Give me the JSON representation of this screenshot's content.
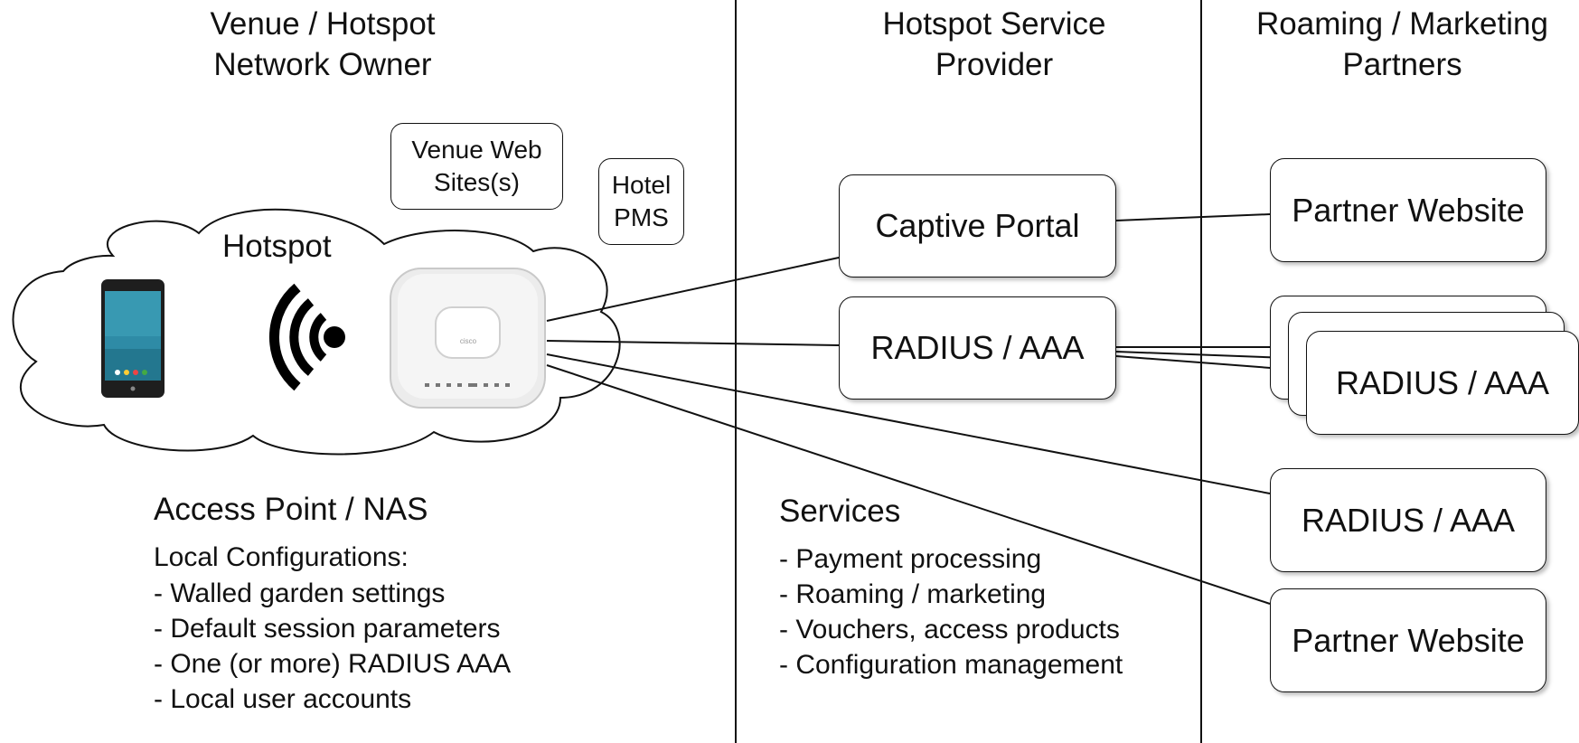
{
  "columns": {
    "venue": "Venue / Hotspot\nNetwork Owner",
    "provider": "Hotspot Service\nProvider",
    "partners": "Roaming / Marketing\nPartners"
  },
  "venue_area": {
    "venue_web_sites": "Venue Web\nSites(s)",
    "hotel_pms": "Hotel\nPMS",
    "hotspot_label": "Hotspot",
    "access_point_title": "Access Point / NAS",
    "local_config_heading": "Local Configurations:",
    "local_config_items": [
      "- Walled garden settings",
      "- Default session parameters",
      "- One (or more) RADIUS AAA",
      "- Local user accounts"
    ]
  },
  "provider_area": {
    "captive_portal": "Captive Portal",
    "radius": "RADIUS / AAA",
    "services_title": "Services",
    "services_items": [
      "- Payment processing",
      "- Roaming / marketing",
      "- Vouchers, access products",
      "- Configuration management"
    ]
  },
  "partner_area": {
    "partner_website_top": "Partner Website",
    "radius_stack": "RADIUS / AAA",
    "radius_single": "RADIUS / AAA",
    "partner_website_bottom": "Partner Website"
  },
  "device_brand": "cisco",
  "colors": {
    "line": "#111111",
    "phone_screen": "#2e8ba6",
    "access_point_body": "#ececec"
  }
}
